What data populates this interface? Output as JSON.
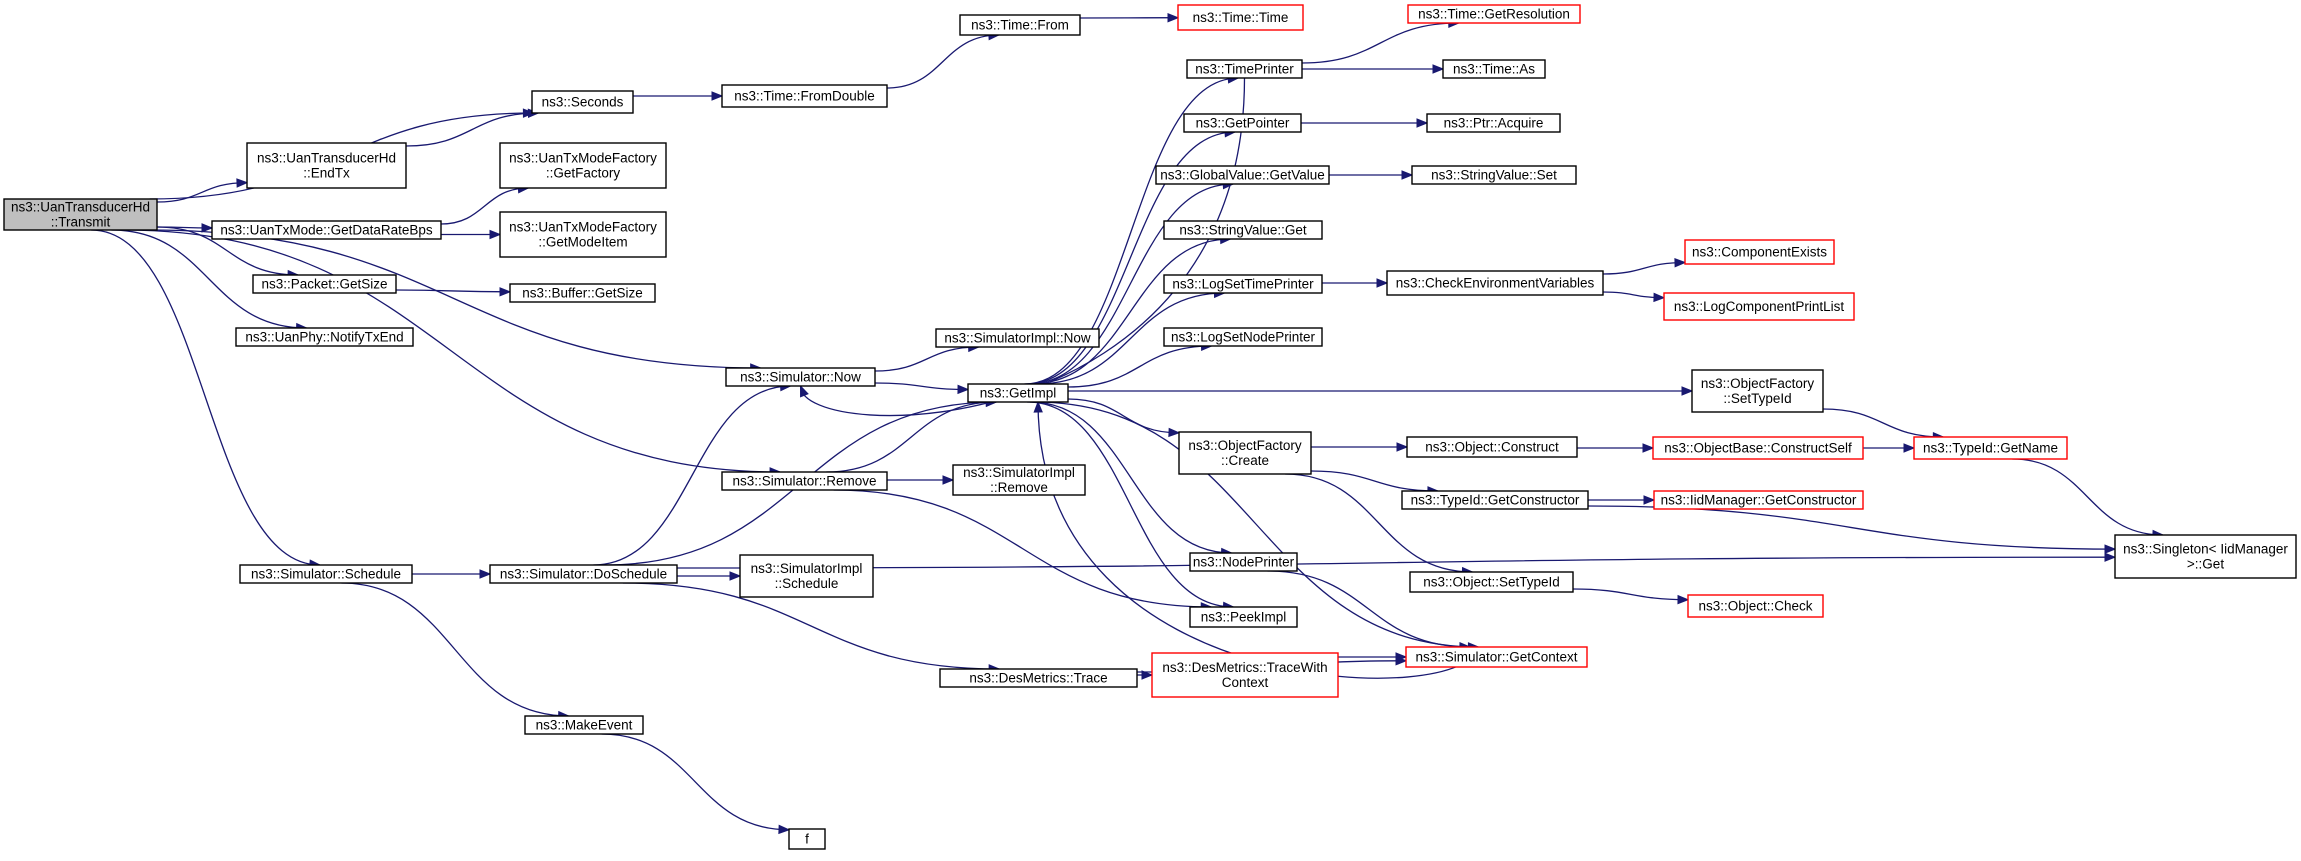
{
  "colors": {
    "edge": "#191970",
    "node_border_normal": "#000000",
    "node_border_truncated": "#ff0000",
    "node_fill_normal": "#ffffff",
    "node_fill_root": "#bfbfbf"
  },
  "graph": {
    "nodes": [
      {
        "id": "transmit",
        "lines": [
          "ns3::UanTransducerHd",
          "::Transmit"
        ],
        "style": "root"
      },
      {
        "id": "endtx",
        "lines": [
          "ns3::UanTransducerHd",
          "::EndTx"
        ],
        "style": "normal"
      },
      {
        "id": "seconds",
        "lines": [
          "ns3::Seconds"
        ],
        "style": "normal"
      },
      {
        "id": "fromdouble",
        "lines": [
          "ns3::Time::FromDouble"
        ],
        "style": "normal"
      },
      {
        "id": "from",
        "lines": [
          "ns3::Time::From"
        ],
        "style": "normal"
      },
      {
        "id": "timetime",
        "lines": [
          "ns3::Time::Time"
        ],
        "style": "truncated"
      },
      {
        "id": "getdatarate",
        "lines": [
          "ns3::UanTxMode::GetDataRateBps"
        ],
        "style": "normal"
      },
      {
        "id": "getfactory",
        "lines": [
          "ns3::UanTxModeFactory",
          "::GetFactory"
        ],
        "style": "normal"
      },
      {
        "id": "getmodeitem",
        "lines": [
          "ns3::UanTxModeFactory",
          "::GetModeItem"
        ],
        "style": "normal"
      },
      {
        "id": "packetgetsize",
        "lines": [
          "ns3::Packet::GetSize"
        ],
        "style": "normal"
      },
      {
        "id": "buffergetsize",
        "lines": [
          "ns3::Buffer::GetSize"
        ],
        "style": "normal"
      },
      {
        "id": "notifytxend",
        "lines": [
          "ns3::UanPhy::NotifyTxEnd"
        ],
        "style": "normal"
      },
      {
        "id": "simnow",
        "lines": [
          "ns3::Simulator::Now"
        ],
        "style": "normal"
      },
      {
        "id": "simimplnow",
        "lines": [
          "ns3::SimulatorImpl::Now"
        ],
        "style": "normal"
      },
      {
        "id": "getimpl",
        "lines": [
          "ns3::GetImpl"
        ],
        "style": "normal"
      },
      {
        "id": "simremove",
        "lines": [
          "ns3::Simulator::Remove"
        ],
        "style": "normal"
      },
      {
        "id": "simimplremove",
        "lines": [
          "ns3::SimulatorImpl",
          "::Remove"
        ],
        "style": "normal"
      },
      {
        "id": "simschedule",
        "lines": [
          "ns3::Simulator::Schedule"
        ],
        "style": "normal"
      },
      {
        "id": "doschedule",
        "lines": [
          "ns3::Simulator::DoSchedule"
        ],
        "style": "normal"
      },
      {
        "id": "simimplschedule",
        "lines": [
          "ns3::SimulatorImpl",
          "::Schedule"
        ],
        "style": "normal"
      },
      {
        "id": "makeevent",
        "lines": [
          "ns3::MakeEvent"
        ],
        "style": "normal"
      },
      {
        "id": "f",
        "lines": [
          "f"
        ],
        "style": "normal"
      },
      {
        "id": "destrace",
        "lines": [
          "ns3::DesMetrics::Trace"
        ],
        "style": "normal"
      },
      {
        "id": "tracewithcontext",
        "lines": [
          "ns3::DesMetrics::TraceWith",
          "Context"
        ],
        "style": "truncated"
      },
      {
        "id": "getcontext",
        "lines": [
          "ns3::Simulator::GetContext"
        ],
        "style": "truncated"
      },
      {
        "id": "peekimpl",
        "lines": [
          "ns3::PeekImpl"
        ],
        "style": "normal"
      },
      {
        "id": "nodeprinter",
        "lines": [
          "ns3::NodePrinter"
        ],
        "style": "normal"
      },
      {
        "id": "ofcreate",
        "lines": [
          "ns3::ObjectFactory",
          "::Create"
        ],
        "style": "normal"
      },
      {
        "id": "logsetnode",
        "lines": [
          "ns3::LogSetNodePrinter"
        ],
        "style": "normal"
      },
      {
        "id": "logsettime",
        "lines": [
          "ns3::LogSetTimePrinter"
        ],
        "style": "normal"
      },
      {
        "id": "svget",
        "lines": [
          "ns3::StringValue::Get"
        ],
        "style": "normal"
      },
      {
        "id": "gvgetvalue",
        "lines": [
          "ns3::GlobalValue::GetValue"
        ],
        "style": "normal"
      },
      {
        "id": "getpointer",
        "lines": [
          "ns3::GetPointer"
        ],
        "style": "normal"
      },
      {
        "id": "timeprinter",
        "lines": [
          "ns3::TimePrinter"
        ],
        "style": "normal"
      },
      {
        "id": "getresolution",
        "lines": [
          "ns3::Time::GetResolution"
        ],
        "style": "truncated"
      },
      {
        "id": "timeas",
        "lines": [
          "ns3::Time::As"
        ],
        "style": "normal"
      },
      {
        "id": "ptracquire",
        "lines": [
          "ns3::Ptr::Acquire"
        ],
        "style": "normal"
      },
      {
        "id": "svset",
        "lines": [
          "ns3::StringValue::Set"
        ],
        "style": "normal"
      },
      {
        "id": "checkenv",
        "lines": [
          "ns3::CheckEnvironmentVariables"
        ],
        "style": "normal"
      },
      {
        "id": "compexists",
        "lines": [
          "ns3::ComponentExists"
        ],
        "style": "truncated"
      },
      {
        "id": "logprintlist",
        "lines": [
          "ns3::LogComponentPrintList"
        ],
        "style": "truncated"
      },
      {
        "id": "ofsettypeid",
        "lines": [
          "ns3::ObjectFactory",
          "::SetTypeId"
        ],
        "style": "normal"
      },
      {
        "id": "objconstruct",
        "lines": [
          "ns3::Object::Construct"
        ],
        "style": "normal"
      },
      {
        "id": "constructself",
        "lines": [
          "ns3::ObjectBase::ConstructSelf"
        ],
        "style": "truncated"
      },
      {
        "id": "typeidgetname",
        "lines": [
          "ns3::TypeId::GetName"
        ],
        "style": "truncated"
      },
      {
        "id": "typeidgetctor",
        "lines": [
          "ns3::TypeId::GetConstructor"
        ],
        "style": "normal"
      },
      {
        "id": "iidgetctor",
        "lines": [
          "ns3::IidManager::GetConstructor"
        ],
        "style": "truncated"
      },
      {
        "id": "objsettypeid",
        "lines": [
          "ns3::Object::SetTypeId"
        ],
        "style": "normal"
      },
      {
        "id": "objcheck",
        "lines": [
          "ns3::Object::Check"
        ],
        "style": "truncated"
      },
      {
        "id": "singleton",
        "lines": [
          "ns3::Singleton< IidManager",
          ">::Get"
        ],
        "style": "normal"
      }
    ],
    "edges": [
      [
        "transmit",
        "seconds"
      ],
      [
        "transmit",
        "endtx"
      ],
      [
        "transmit",
        "getdatarate"
      ],
      [
        "transmit",
        "packetgetsize"
      ],
      [
        "transmit",
        "notifytxend"
      ],
      [
        "transmit",
        "simnow"
      ],
      [
        "transmit",
        "simremove"
      ],
      [
        "transmit",
        "simschedule"
      ],
      [
        "endtx",
        "seconds"
      ],
      [
        "seconds",
        "fromdouble"
      ],
      [
        "fromdouble",
        "from"
      ],
      [
        "from",
        "timetime"
      ],
      [
        "getdatarate",
        "getfactory"
      ],
      [
        "getdatarate",
        "getmodeitem"
      ],
      [
        "packetgetsize",
        "buffergetsize"
      ],
      [
        "simnow",
        "simimplnow"
      ],
      [
        "simnow",
        "getimpl"
      ],
      [
        "simremove",
        "getimpl"
      ],
      [
        "simremove",
        "simimplremove"
      ],
      [
        "simremove",
        "peekimpl"
      ],
      [
        "simschedule",
        "doschedule"
      ],
      [
        "simschedule",
        "makeevent"
      ],
      [
        "doschedule",
        "simnow"
      ],
      [
        "doschedule",
        "getimpl"
      ],
      [
        "doschedule",
        "simimplschedule"
      ],
      [
        "doschedule",
        "destrace"
      ],
      [
        "doschedule",
        "singleton"
      ],
      [
        "makeevent",
        "f"
      ],
      [
        "destrace",
        "tracewithcontext"
      ],
      [
        "destrace",
        "getcontext"
      ],
      [
        "tracewithcontext",
        "getcontext"
      ],
      [
        "getimpl",
        "timeprinter"
      ],
      [
        "getimpl",
        "getpointer"
      ],
      [
        "getimpl",
        "gvgetvalue"
      ],
      [
        "getimpl",
        "svget"
      ],
      [
        "getimpl",
        "logsettime"
      ],
      [
        "getimpl",
        "logsetnode"
      ],
      [
        "getimpl",
        "ofsettypeid"
      ],
      [
        "getimpl",
        "ofcreate"
      ],
      [
        "getimpl",
        "nodeprinter"
      ],
      [
        "getimpl",
        "peekimpl"
      ],
      [
        "getimpl",
        "getcontext"
      ],
      [
        "timeprinter",
        "simnow"
      ],
      [
        "timeprinter",
        "getresolution"
      ],
      [
        "timeprinter",
        "timeas"
      ],
      [
        "getpointer",
        "ptracquire"
      ],
      [
        "gvgetvalue",
        "svset"
      ],
      [
        "logsettime",
        "checkenv"
      ],
      [
        "checkenv",
        "compexists"
      ],
      [
        "checkenv",
        "logprintlist"
      ],
      [
        "ofsettypeid",
        "typeidgetname"
      ],
      [
        "ofcreate",
        "objconstruct"
      ],
      [
        "ofcreate",
        "typeidgetctor"
      ],
      [
        "ofcreate",
        "objsettypeid"
      ],
      [
        "objconstruct",
        "constructself"
      ],
      [
        "constructself",
        "typeidgetname"
      ],
      [
        "typeidgetctor",
        "iidgetctor"
      ],
      [
        "typeidgetctor",
        "singleton"
      ],
      [
        "typeidgetname",
        "singleton"
      ],
      [
        "objsettypeid",
        "objcheck"
      ],
      [
        "nodeprinter",
        "getcontext"
      ],
      [
        "getcontext",
        "getimpl"
      ]
    ]
  }
}
